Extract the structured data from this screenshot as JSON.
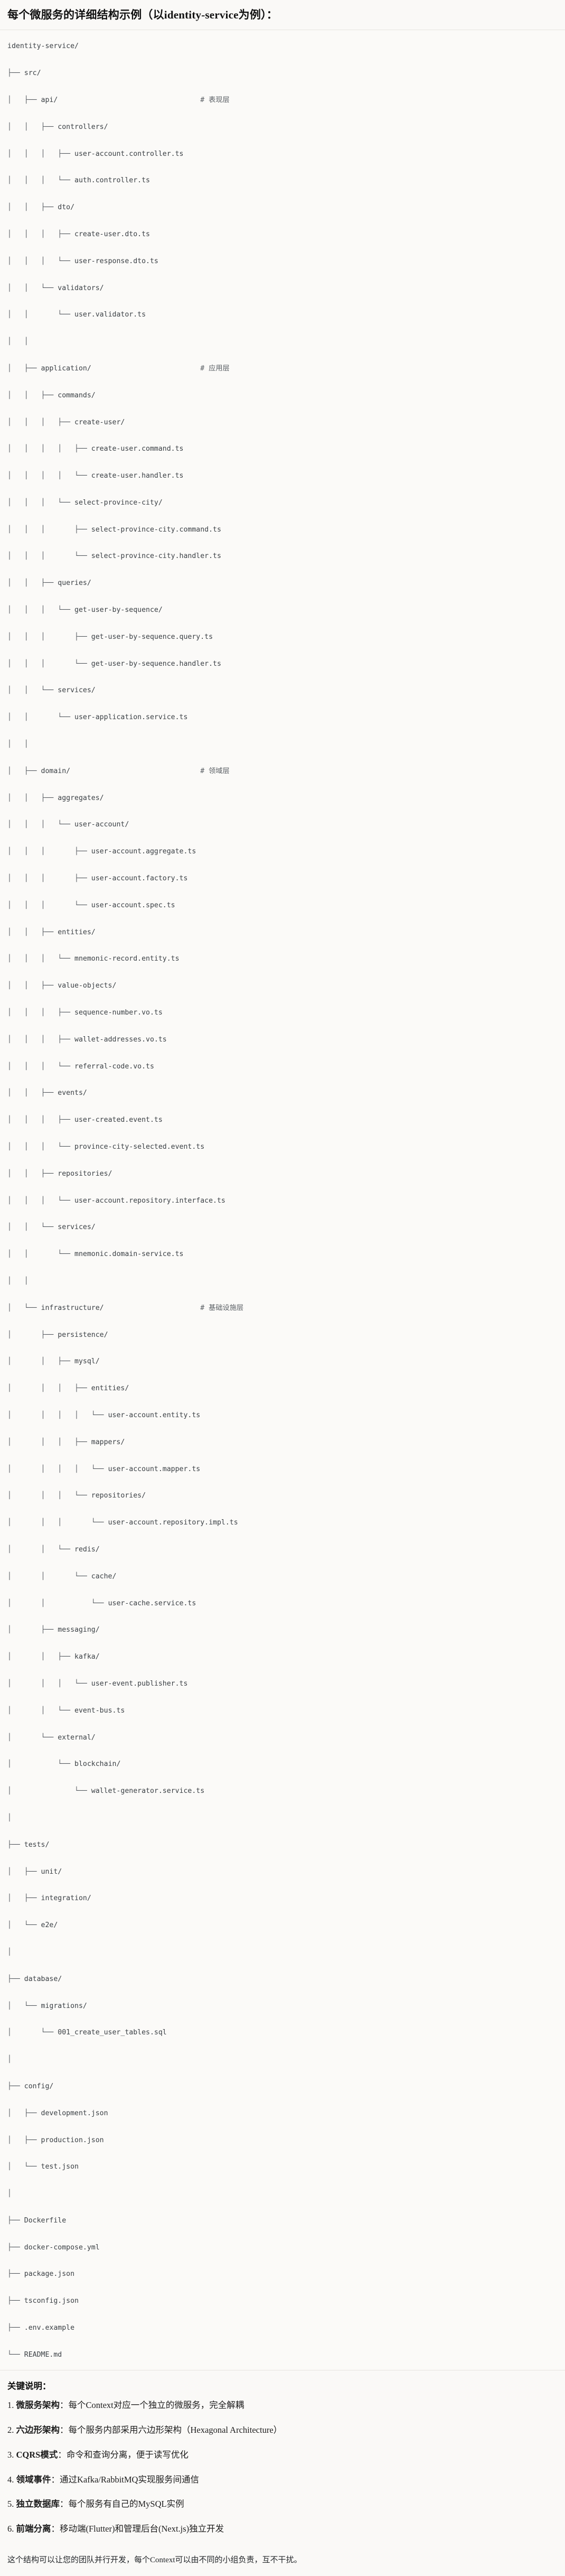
{
  "title": "每个微服务的详细结构示例（以identity-service为例）：",
  "tree": {
    "comment_column": 46,
    "lines": [
      {
        "glyphs": "",
        "name": "identity-service/",
        "comment": ""
      },
      {
        "glyphs": "├── ",
        "name": "src/",
        "comment": ""
      },
      {
        "glyphs": "│   ├── ",
        "name": "api/",
        "comment": "# 表现层"
      },
      {
        "glyphs": "│   │   ├── ",
        "name": "controllers/",
        "comment": ""
      },
      {
        "glyphs": "│   │   │   ├── ",
        "name": "user-account.controller.ts",
        "comment": ""
      },
      {
        "glyphs": "│   │   │   └── ",
        "name": "auth.controller.ts",
        "comment": ""
      },
      {
        "glyphs": "│   │   ├── ",
        "name": "dto/",
        "comment": ""
      },
      {
        "glyphs": "│   │   │   ├── ",
        "name": "create-user.dto.ts",
        "comment": ""
      },
      {
        "glyphs": "│   │   │   └── ",
        "name": "user-response.dto.ts",
        "comment": ""
      },
      {
        "glyphs": "│   │   └── ",
        "name": "validators/",
        "comment": ""
      },
      {
        "glyphs": "│   │       └── ",
        "name": "user.validator.ts",
        "comment": ""
      },
      {
        "glyphs": "│   │",
        "name": "",
        "comment": ""
      },
      {
        "glyphs": "│   ├── ",
        "name": "application/",
        "comment": "# 应用层"
      },
      {
        "glyphs": "│   │   ├── ",
        "name": "commands/",
        "comment": ""
      },
      {
        "glyphs": "│   │   │   ├── ",
        "name": "create-user/",
        "comment": ""
      },
      {
        "glyphs": "│   │   │   │   ├── ",
        "name": "create-user.command.ts",
        "comment": ""
      },
      {
        "glyphs": "│   │   │   │   └── ",
        "name": "create-user.handler.ts",
        "comment": ""
      },
      {
        "glyphs": "│   │   │   └── ",
        "name": "select-province-city/",
        "comment": ""
      },
      {
        "glyphs": "│   │   │       ├── ",
        "name": "select-province-city.command.ts",
        "comment": ""
      },
      {
        "glyphs": "│   │   │       └── ",
        "name": "select-province-city.handler.ts",
        "comment": ""
      },
      {
        "glyphs": "│   │   ├── ",
        "name": "queries/",
        "comment": ""
      },
      {
        "glyphs": "│   │   │   └── ",
        "name": "get-user-by-sequence/",
        "comment": ""
      },
      {
        "glyphs": "│   │   │       ├── ",
        "name": "get-user-by-sequence.query.ts",
        "comment": ""
      },
      {
        "glyphs": "│   │   │       └── ",
        "name": "get-user-by-sequence.handler.ts",
        "comment": ""
      },
      {
        "glyphs": "│   │   └── ",
        "name": "services/",
        "comment": ""
      },
      {
        "glyphs": "│   │       └── ",
        "name": "user-application.service.ts",
        "comment": ""
      },
      {
        "glyphs": "│   │",
        "name": "",
        "comment": ""
      },
      {
        "glyphs": "│   ├── ",
        "name": "domain/",
        "comment": "# 领域层"
      },
      {
        "glyphs": "│   │   ├── ",
        "name": "aggregates/",
        "comment": ""
      },
      {
        "glyphs": "│   │   │   └── ",
        "name": "user-account/",
        "comment": ""
      },
      {
        "glyphs": "│   │   │       ├── ",
        "name": "user-account.aggregate.ts",
        "comment": ""
      },
      {
        "glyphs": "│   │   │       ├── ",
        "name": "user-account.factory.ts",
        "comment": ""
      },
      {
        "glyphs": "│   │   │       └── ",
        "name": "user-account.spec.ts",
        "comment": ""
      },
      {
        "glyphs": "│   │   ├── ",
        "name": "entities/",
        "comment": ""
      },
      {
        "glyphs": "│   │   │   └── ",
        "name": "mnemonic-record.entity.ts",
        "comment": ""
      },
      {
        "glyphs": "│   │   ├── ",
        "name": "value-objects/",
        "comment": ""
      },
      {
        "glyphs": "│   │   │   ├── ",
        "name": "sequence-number.vo.ts",
        "comment": ""
      },
      {
        "glyphs": "│   │   │   ├── ",
        "name": "wallet-addresses.vo.ts",
        "comment": ""
      },
      {
        "glyphs": "│   │   │   └── ",
        "name": "referral-code.vo.ts",
        "comment": ""
      },
      {
        "glyphs": "│   │   ├── ",
        "name": "events/",
        "comment": ""
      },
      {
        "glyphs": "│   │   │   ├── ",
        "name": "user-created.event.ts",
        "comment": ""
      },
      {
        "glyphs": "│   │   │   └── ",
        "name": "province-city-selected.event.ts",
        "comment": ""
      },
      {
        "glyphs": "│   │   ├── ",
        "name": "repositories/",
        "comment": ""
      },
      {
        "glyphs": "│   │   │   └── ",
        "name": "user-account.repository.interface.ts",
        "comment": ""
      },
      {
        "glyphs": "│   │   └── ",
        "name": "services/",
        "comment": ""
      },
      {
        "glyphs": "│   │       └── ",
        "name": "mnemonic.domain-service.ts",
        "comment": ""
      },
      {
        "glyphs": "│   │",
        "name": "",
        "comment": ""
      },
      {
        "glyphs": "│   └── ",
        "name": "infrastructure/",
        "comment": "# 基础设施层"
      },
      {
        "glyphs": "│       ├── ",
        "name": "persistence/",
        "comment": ""
      },
      {
        "glyphs": "│       │   ├── ",
        "name": "mysql/",
        "comment": ""
      },
      {
        "glyphs": "│       │   │   ├── ",
        "name": "entities/",
        "comment": ""
      },
      {
        "glyphs": "│       │   │   │   └── ",
        "name": "user-account.entity.ts",
        "comment": ""
      },
      {
        "glyphs": "│       │   │   ├── ",
        "name": "mappers/",
        "comment": ""
      },
      {
        "glyphs": "│       │   │   │   └── ",
        "name": "user-account.mapper.ts",
        "comment": ""
      },
      {
        "glyphs": "│       │   │   └── ",
        "name": "repositories/",
        "comment": ""
      },
      {
        "glyphs": "│       │   │       └── ",
        "name": "user-account.repository.impl.ts",
        "comment": ""
      },
      {
        "glyphs": "│       │   └── ",
        "name": "redis/",
        "comment": ""
      },
      {
        "glyphs": "│       │       └── ",
        "name": "cache/",
        "comment": ""
      },
      {
        "glyphs": "│       │           └── ",
        "name": "user-cache.service.ts",
        "comment": ""
      },
      {
        "glyphs": "│       ├── ",
        "name": "messaging/",
        "comment": ""
      },
      {
        "glyphs": "│       │   ├── ",
        "name": "kafka/",
        "comment": ""
      },
      {
        "glyphs": "│       │   │   └── ",
        "name": "user-event.publisher.ts",
        "comment": ""
      },
      {
        "glyphs": "│       │   └── ",
        "name": "event-bus.ts",
        "comment": ""
      },
      {
        "glyphs": "│       └── ",
        "name": "external/",
        "comment": ""
      },
      {
        "glyphs": "│           └── ",
        "name": "blockchain/",
        "comment": ""
      },
      {
        "glyphs": "│               └── ",
        "name": "wallet-generator.service.ts",
        "comment": ""
      },
      {
        "glyphs": "│",
        "name": "",
        "comment": ""
      },
      {
        "glyphs": "├── ",
        "name": "tests/",
        "comment": ""
      },
      {
        "glyphs": "│   ├── ",
        "name": "unit/",
        "comment": ""
      },
      {
        "glyphs": "│   ├── ",
        "name": "integration/",
        "comment": ""
      },
      {
        "glyphs": "│   └── ",
        "name": "e2e/",
        "comment": ""
      },
      {
        "glyphs": "│",
        "name": "",
        "comment": ""
      },
      {
        "glyphs": "├── ",
        "name": "database/",
        "comment": ""
      },
      {
        "glyphs": "│   └── ",
        "name": "migrations/",
        "comment": ""
      },
      {
        "glyphs": "│       └── ",
        "name": "001_create_user_tables.sql",
        "comment": ""
      },
      {
        "glyphs": "│",
        "name": "",
        "comment": ""
      },
      {
        "glyphs": "├── ",
        "name": "config/",
        "comment": ""
      },
      {
        "glyphs": "│   ├── ",
        "name": "development.json",
        "comment": ""
      },
      {
        "glyphs": "│   ├── ",
        "name": "production.json",
        "comment": ""
      },
      {
        "glyphs": "│   └── ",
        "name": "test.json",
        "comment": ""
      },
      {
        "glyphs": "│",
        "name": "",
        "comment": ""
      },
      {
        "glyphs": "├── ",
        "name": "Dockerfile",
        "comment": ""
      },
      {
        "glyphs": "├── ",
        "name": "docker-compose.yml",
        "comment": ""
      },
      {
        "glyphs": "├── ",
        "name": "package.json",
        "comment": ""
      },
      {
        "glyphs": "├── ",
        "name": "tsconfig.json",
        "comment": ""
      },
      {
        "glyphs": "├── ",
        "name": ".env.example",
        "comment": ""
      },
      {
        "glyphs": "└── ",
        "name": "README.md",
        "comment": ""
      }
    ]
  },
  "notes": {
    "heading": "关键说明：",
    "items": [
      {
        "index": "1.",
        "lead": "微服务架构",
        "sep": "：",
        "body": "每个Context对应一个独立的微服务，完全解耦"
      },
      {
        "index": "2.",
        "lead": "六边形架构",
        "sep": "：",
        "body": "每个服务内部采用六边形架构（Hexagonal Architecture）"
      },
      {
        "index": "3.",
        "lead": "CQRS模式",
        "sep": "：",
        "body": "命令和查询分离，便于读写优化"
      },
      {
        "index": "4.",
        "lead": "领域事件",
        "sep": "：",
        "body": "通过Kafka/RabbitMQ实现服务间通信"
      },
      {
        "index": "5.",
        "lead": "独立数据库",
        "sep": "：",
        "body": "每个服务有自己的MySQL实例"
      },
      {
        "index": "6.",
        "lead": "前端分离",
        "sep": "：",
        "body": "移动端(Flutter)和管理后台(Next.js)独立开发"
      }
    ]
  },
  "footer": {
    "text": "这个结构可以让您的团队并行开发，每个Context可以由不同的小组负责，互不干扰。"
  }
}
